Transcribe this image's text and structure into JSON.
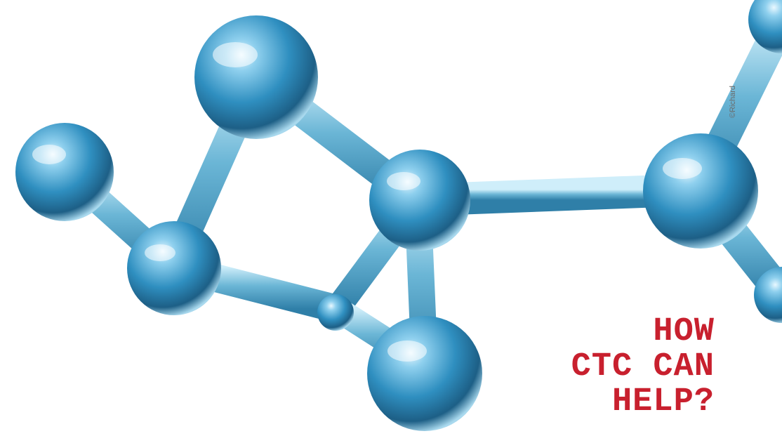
{
  "credit": {
    "text": "©Richard"
  },
  "headline": {
    "lines": [
      "HOW",
      "CTC CAN",
      "HELP?"
    ],
    "color": "#c8202e"
  },
  "illustration": {
    "icon": "molecule-icon",
    "sphere_color": "#3a93c0",
    "bond_color": "#6bb6d6"
  }
}
